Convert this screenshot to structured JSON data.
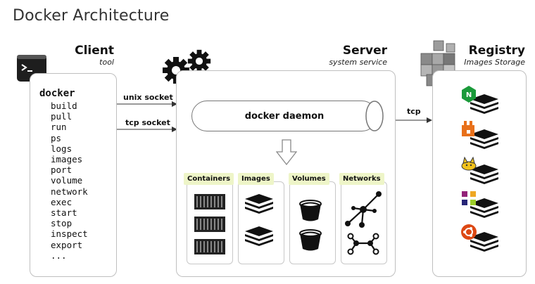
{
  "title": "Docker Architecture",
  "client": {
    "name": "Client",
    "subtitle": "tool",
    "command": "docker",
    "subcommands": [
      "build",
      "pull",
      "run",
      "ps",
      "logs",
      "images",
      "port",
      "volume",
      "network",
      "exec",
      "start",
      "stop",
      "inspect",
      "export",
      "..."
    ]
  },
  "server": {
    "name": "Server",
    "subtitle": "system service",
    "daemon": "docker daemon",
    "panels": [
      "Containers",
      "Images",
      "Volumes",
      "Networks"
    ]
  },
  "registry": {
    "name": "Registry",
    "subtitle": "Images Storage",
    "image_logos": [
      "nginx-logo",
      "mysql-logo",
      "tomcat-logo",
      "centos-logo",
      "ubuntu-logo"
    ]
  },
  "connections": {
    "unix_socket": "unix socket",
    "tcp_socket": "tcp socket",
    "tcp": "tcp"
  }
}
